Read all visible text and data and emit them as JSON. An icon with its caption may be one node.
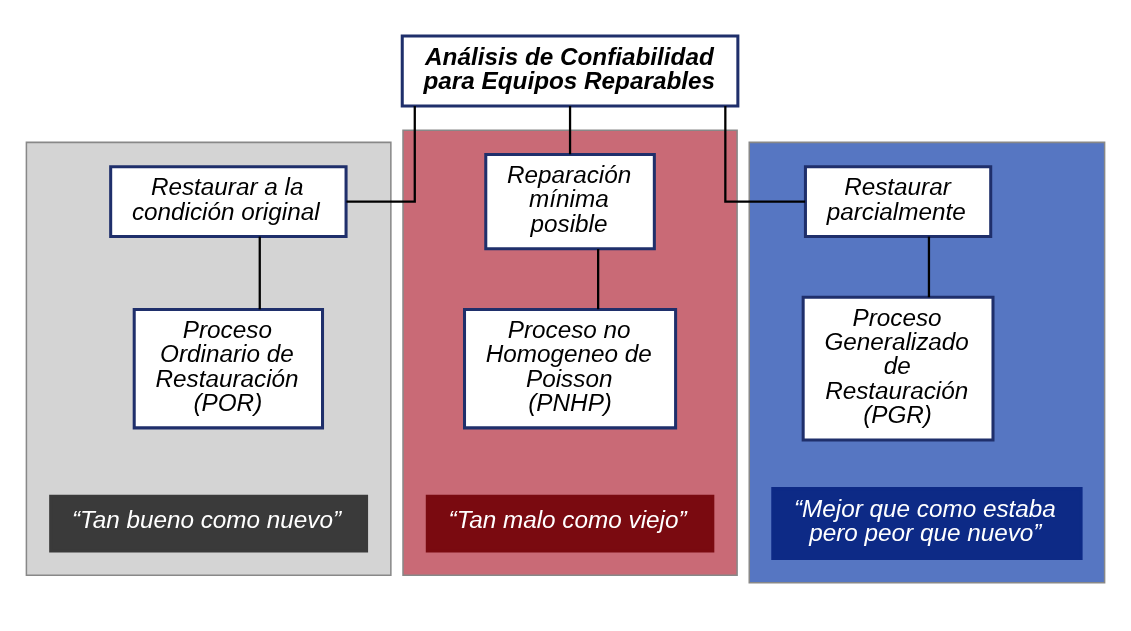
{
  "diagram": {
    "nodes": [
      {
        "text": [
          "Análisis de Confiabilidad para Equipos Reparables"
        ]
      },
      {
        "text": [],
        "shape": "box"
      },
      {
        "text": [
          "Restaurar a la condición original"
        ],
        "in": 1
      },
      {
        "text": [
          "Proceso Ordinario de Restauración (POR)"
        ],
        "in": 1
      },
      {
        "text": [
          "“Tan bueno como nuevo”"
        ],
        "in": 1
      },
      {
        "text": [],
        "shape": "box"
      },
      {
        "text": [
          "Reparación mínima posible"
        ],
        "in": 5
      },
      {
        "text": [
          "Proceso no Homogeneo de Poisson (PNHP)"
        ],
        "in": 5
      },
      {
        "text": [
          "“Tan malo como viejo”"
        ],
        "in": 5
      },
      {
        "text": [],
        "shape": "box"
      },
      {
        "text": [
          "Restaurar parcialmente"
        ],
        "in": 9
      },
      {
        "text": [
          "Proceso Generalizado de Restauración (PGR)"
        ],
        "in": 9
      },
      {
        "text": [
          "“Mejor que como estaba pero peor que nuevo”"
        ],
        "in": 9
      }
    ],
    "edges": [
      {
        "from": 0,
        "to": 2,
        "arrow": "none"
      },
      {
        "from": 0,
        "to": 6,
        "arrow": "none"
      },
      {
        "from": 0,
        "to": 10,
        "arrow": "none"
      },
      {
        "from": 2,
        "to": 3,
        "arrow": "none"
      },
      {
        "from": 6,
        "to": 7,
        "arrow": "none"
      },
      {
        "from": 10,
        "to": 11,
        "arrow": "none"
      }
    ]
  }
}
